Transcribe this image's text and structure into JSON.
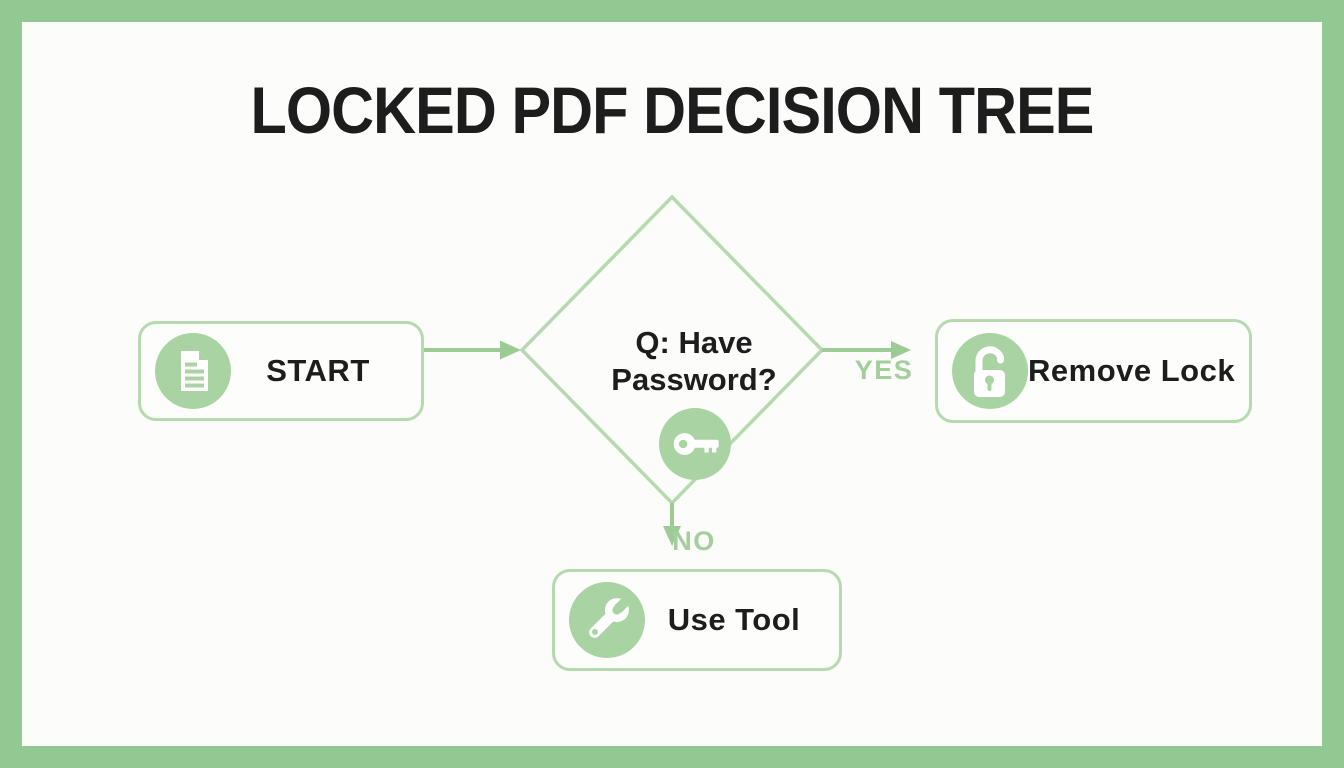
{
  "title": "LOCKED PDF DECISION TREE",
  "colors": {
    "frame_green": "#92c892",
    "background": "#fcfcfa",
    "node_border_green": "#b7d9b0",
    "icon_circle_green": "#a9d3a2",
    "arrow_green": "#9ccb96",
    "edge_label_green": "#a3cf9c",
    "text_black": "#1d1d1d"
  },
  "nodes": {
    "start": {
      "label": "START",
      "icon": "document-icon"
    },
    "decision": {
      "question_line1": "Q: Have",
      "question_line2": "Password?",
      "icon": "key-icon"
    },
    "remove_lock": {
      "label": "Remove Lock",
      "icon": "unlock-icon"
    },
    "use_tool": {
      "label": "Use Tool",
      "icon": "wrench-icon"
    }
  },
  "edges": {
    "decision_to_remove_lock": {
      "label": "YES"
    },
    "decision_to_use_tool": {
      "label": "NO"
    }
  }
}
